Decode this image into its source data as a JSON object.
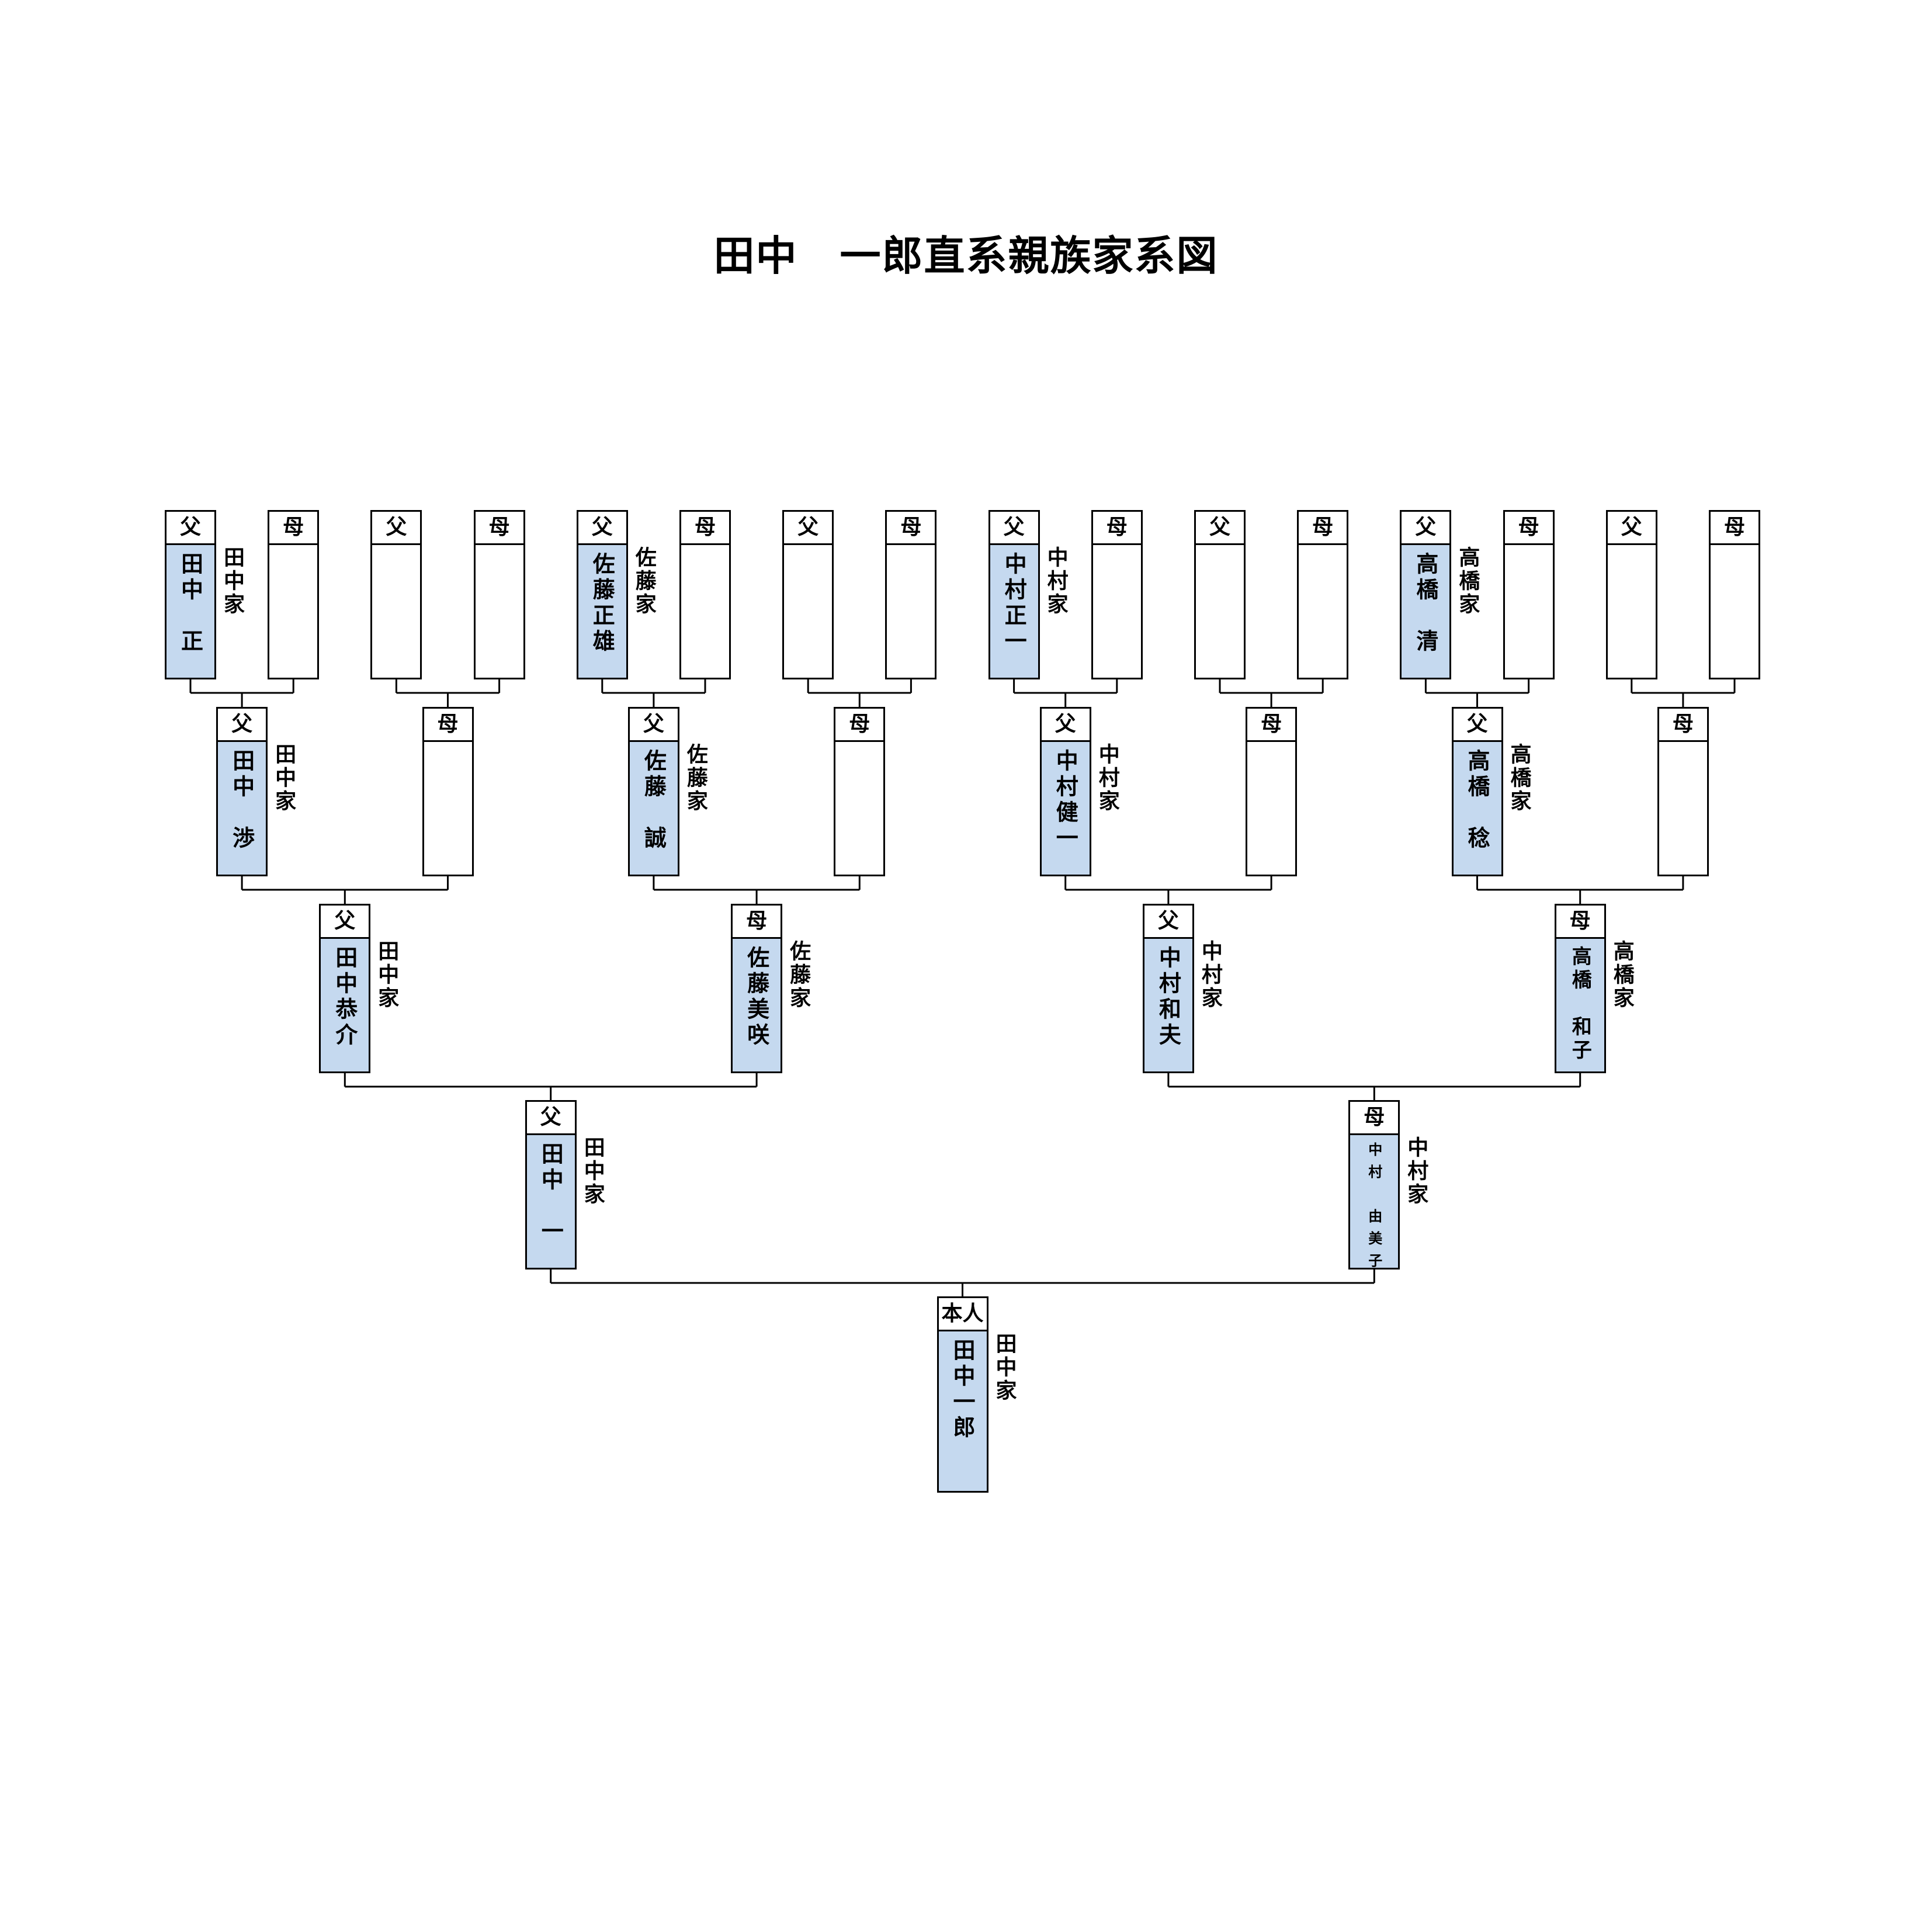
{
  "title": "田中　一郎直系親族家系図",
  "colors": {
    "filled_box": "#c5d9ef",
    "line": "#000000"
  },
  "gen0": [
    {
      "role": "本人",
      "name": "田中一郎",
      "family": "田中家"
    }
  ],
  "gen1": [
    {
      "role": "父",
      "name": "田中　一",
      "family": "田中家"
    },
    {
      "role": "母",
      "name": "中村　由美子",
      "family": "中村家"
    }
  ],
  "gen2": [
    {
      "role": "父",
      "name": "田中恭介",
      "family": "田中家"
    },
    {
      "role": "母",
      "name": "佐藤美咲",
      "family": "佐藤家"
    },
    {
      "role": "父",
      "name": "中村和夫",
      "family": "中村家"
    },
    {
      "role": "母",
      "name": "高橋　和子",
      "family": "高橋家"
    }
  ],
  "gen3": [
    {
      "role": "父",
      "name": "田中　渉",
      "family": "田中家"
    },
    {
      "role": "母",
      "name": "",
      "family": ""
    },
    {
      "role": "父",
      "name": "佐藤　誠",
      "family": "佐藤家"
    },
    {
      "role": "母",
      "name": "",
      "family": ""
    },
    {
      "role": "父",
      "name": "中村健一",
      "family": "中村家"
    },
    {
      "role": "母",
      "name": "",
      "family": ""
    },
    {
      "role": "父",
      "name": "高橋　稔",
      "family": "高橋家"
    },
    {
      "role": "母",
      "name": "",
      "family": ""
    }
  ],
  "gen4": [
    {
      "role": "父",
      "name": "田中　正",
      "family": "田中家"
    },
    {
      "role": "母",
      "name": "",
      "family": ""
    },
    {
      "role": "父",
      "name": "",
      "family": ""
    },
    {
      "role": "母",
      "name": "",
      "family": ""
    },
    {
      "role": "父",
      "name": "佐藤正雄",
      "family": "佐藤家"
    },
    {
      "role": "母",
      "name": "",
      "family": ""
    },
    {
      "role": "父",
      "name": "",
      "family": ""
    },
    {
      "role": "母",
      "name": "",
      "family": ""
    },
    {
      "role": "父",
      "name": "中村正一",
      "family": "中村家"
    },
    {
      "role": "母",
      "name": "",
      "family": ""
    },
    {
      "role": "父",
      "name": "",
      "family": ""
    },
    {
      "role": "母",
      "name": "",
      "family": ""
    },
    {
      "role": "父",
      "name": "高橋　清",
      "family": "高橋家"
    },
    {
      "role": "母",
      "name": "",
      "family": ""
    },
    {
      "role": "父",
      "name": "",
      "family": ""
    },
    {
      "role": "母",
      "name": "",
      "family": ""
    }
  ]
}
